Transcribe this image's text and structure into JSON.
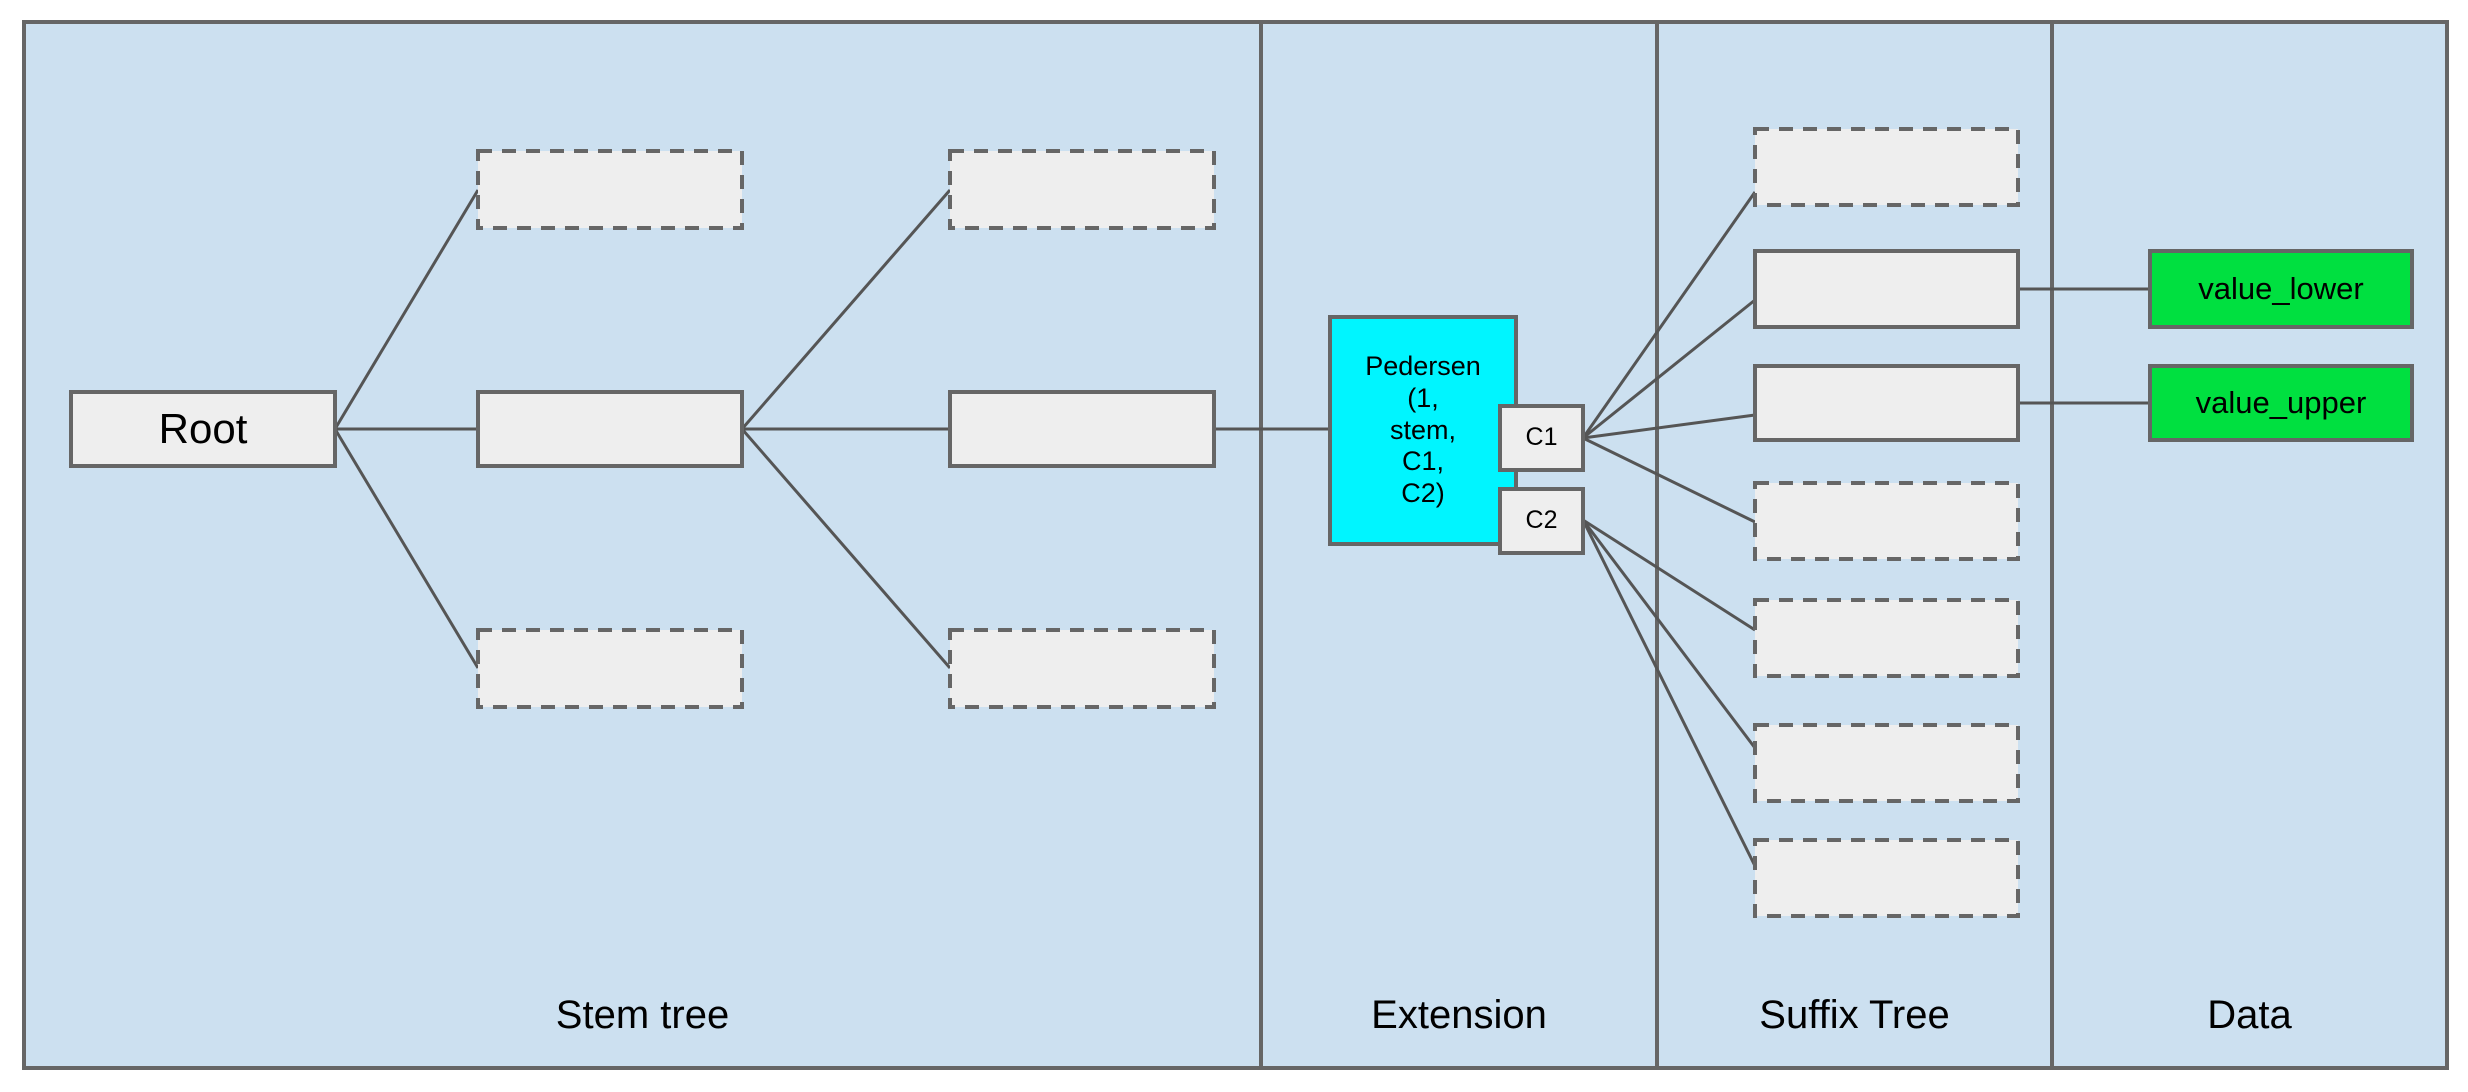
{
  "diagram": {
    "title": "Stem tree / Extension / Suffix Tree / Data structure diagram",
    "background_color": "#cce0f0",
    "frame_border_color": "#666666",
    "node_fill": "#eeeeee",
    "node_border": "#666666",
    "highlight_fill": "#00f5ff",
    "data_fill": "#00e040",
    "edge_color": "#555555"
  },
  "columns": [
    {
      "key": "stem_tree",
      "label": "Stem tree"
    },
    {
      "key": "extension",
      "label": "Extension"
    },
    {
      "key": "suffix_tree",
      "label": "Suffix Tree"
    },
    {
      "key": "data",
      "label": "Data"
    }
  ],
  "nodes": {
    "root": {
      "label": "Root",
      "style": "solid",
      "fill": "#eeeeee"
    },
    "stem_l1_top": {
      "label": "",
      "style": "dashed",
      "fill": "#eeeeee"
    },
    "stem_l1_mid": {
      "label": "",
      "style": "solid",
      "fill": "#eeeeee"
    },
    "stem_l1_bot": {
      "label": "",
      "style": "dashed",
      "fill": "#eeeeee"
    },
    "stem_l2_top": {
      "label": "",
      "style": "dashed",
      "fill": "#eeeeee"
    },
    "stem_l2_mid": {
      "label": "",
      "style": "solid",
      "fill": "#eeeeee"
    },
    "stem_l2_bot": {
      "label": "",
      "style": "dashed",
      "fill": "#eeeeee"
    },
    "pedersen": {
      "label": "Pedersen\n(1,\nstem,\nC1,\nC2)",
      "style": "solid",
      "fill": "#00f5ff"
    },
    "c1": {
      "label": "C1",
      "style": "solid",
      "fill": "#eeeeee"
    },
    "c2": {
      "label": "C2",
      "style": "solid",
      "fill": "#eeeeee"
    },
    "suffix_1": {
      "label": "",
      "style": "dashed",
      "fill": "#eeeeee"
    },
    "suffix_2": {
      "label": "",
      "style": "solid",
      "fill": "#eeeeee"
    },
    "suffix_3": {
      "label": "",
      "style": "solid",
      "fill": "#eeeeee"
    },
    "suffix_4": {
      "label": "",
      "style": "dashed",
      "fill": "#eeeeee"
    },
    "suffix_5": {
      "label": "",
      "style": "dashed",
      "fill": "#eeeeee"
    },
    "suffix_6": {
      "label": "",
      "style": "dashed",
      "fill": "#eeeeee"
    },
    "suffix_7": {
      "label": "",
      "style": "dashed",
      "fill": "#eeeeee"
    },
    "value_lower": {
      "label": "value_lower",
      "style": "solid",
      "fill": "#00e040"
    },
    "value_upper": {
      "label": "value_upper",
      "style": "solid",
      "fill": "#00e040"
    }
  }
}
